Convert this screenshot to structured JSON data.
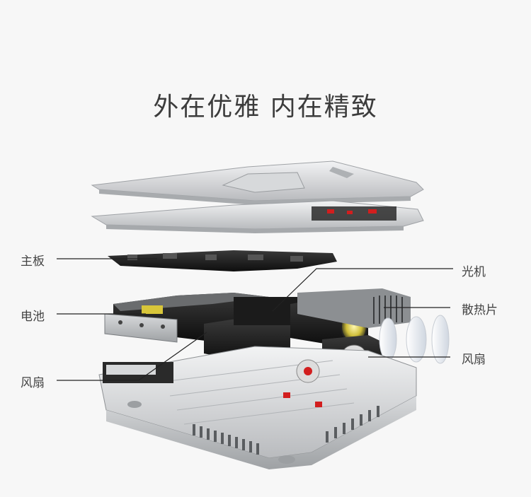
{
  "headline": "外在优雅 内在精致",
  "callouts": {
    "mainboard": "主板",
    "battery": "电池",
    "fan_left": "风扇",
    "optical": "光机",
    "heatsink": "散热片",
    "fan_right": "风扇"
  },
  "colors": {
    "background": "#f7f7f7",
    "metal": "#c9cbcd",
    "board": "#1f1f1f",
    "accent_red": "#d21e1e",
    "lens_yellow": "#d8c63a"
  }
}
